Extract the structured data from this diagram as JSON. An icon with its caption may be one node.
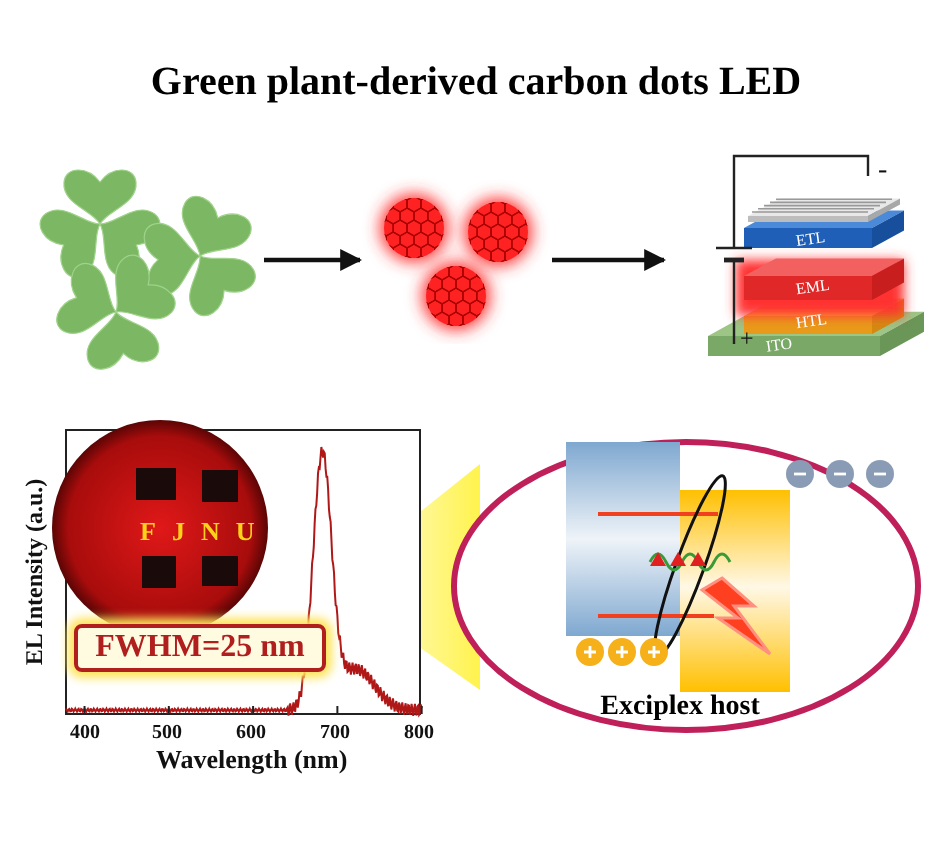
{
  "diagram": {
    "title": "Green plant-derived carbon dots LED",
    "nodes": [
      {
        "text": [],
        "shape": "picture"
      },
      {
        "text": [],
        "shape": "picture"
      },
      {
        "text": [],
        "shape": "picture"
      },
      {
        "text": [
          "FWHM=25 nm"
        ]
      },
      {
        "text": [
          "Exciplex host"
        ]
      }
    ],
    "edges": [
      {
        "from": 0,
        "to": 1,
        "arrow": "to"
      },
      {
        "from": 1,
        "to": 2,
        "arrow": "to"
      }
    ],
    "labels": [
      "-",
      "ETL",
      "EML",
      "HTL",
      "+",
      "ITO",
      "FJNU",
      "EL Intensity (a.u.)",
      "400",
      "500",
      "600",
      "700",
      "800",
      "Wavelength (nm)"
    ]
  }
}
